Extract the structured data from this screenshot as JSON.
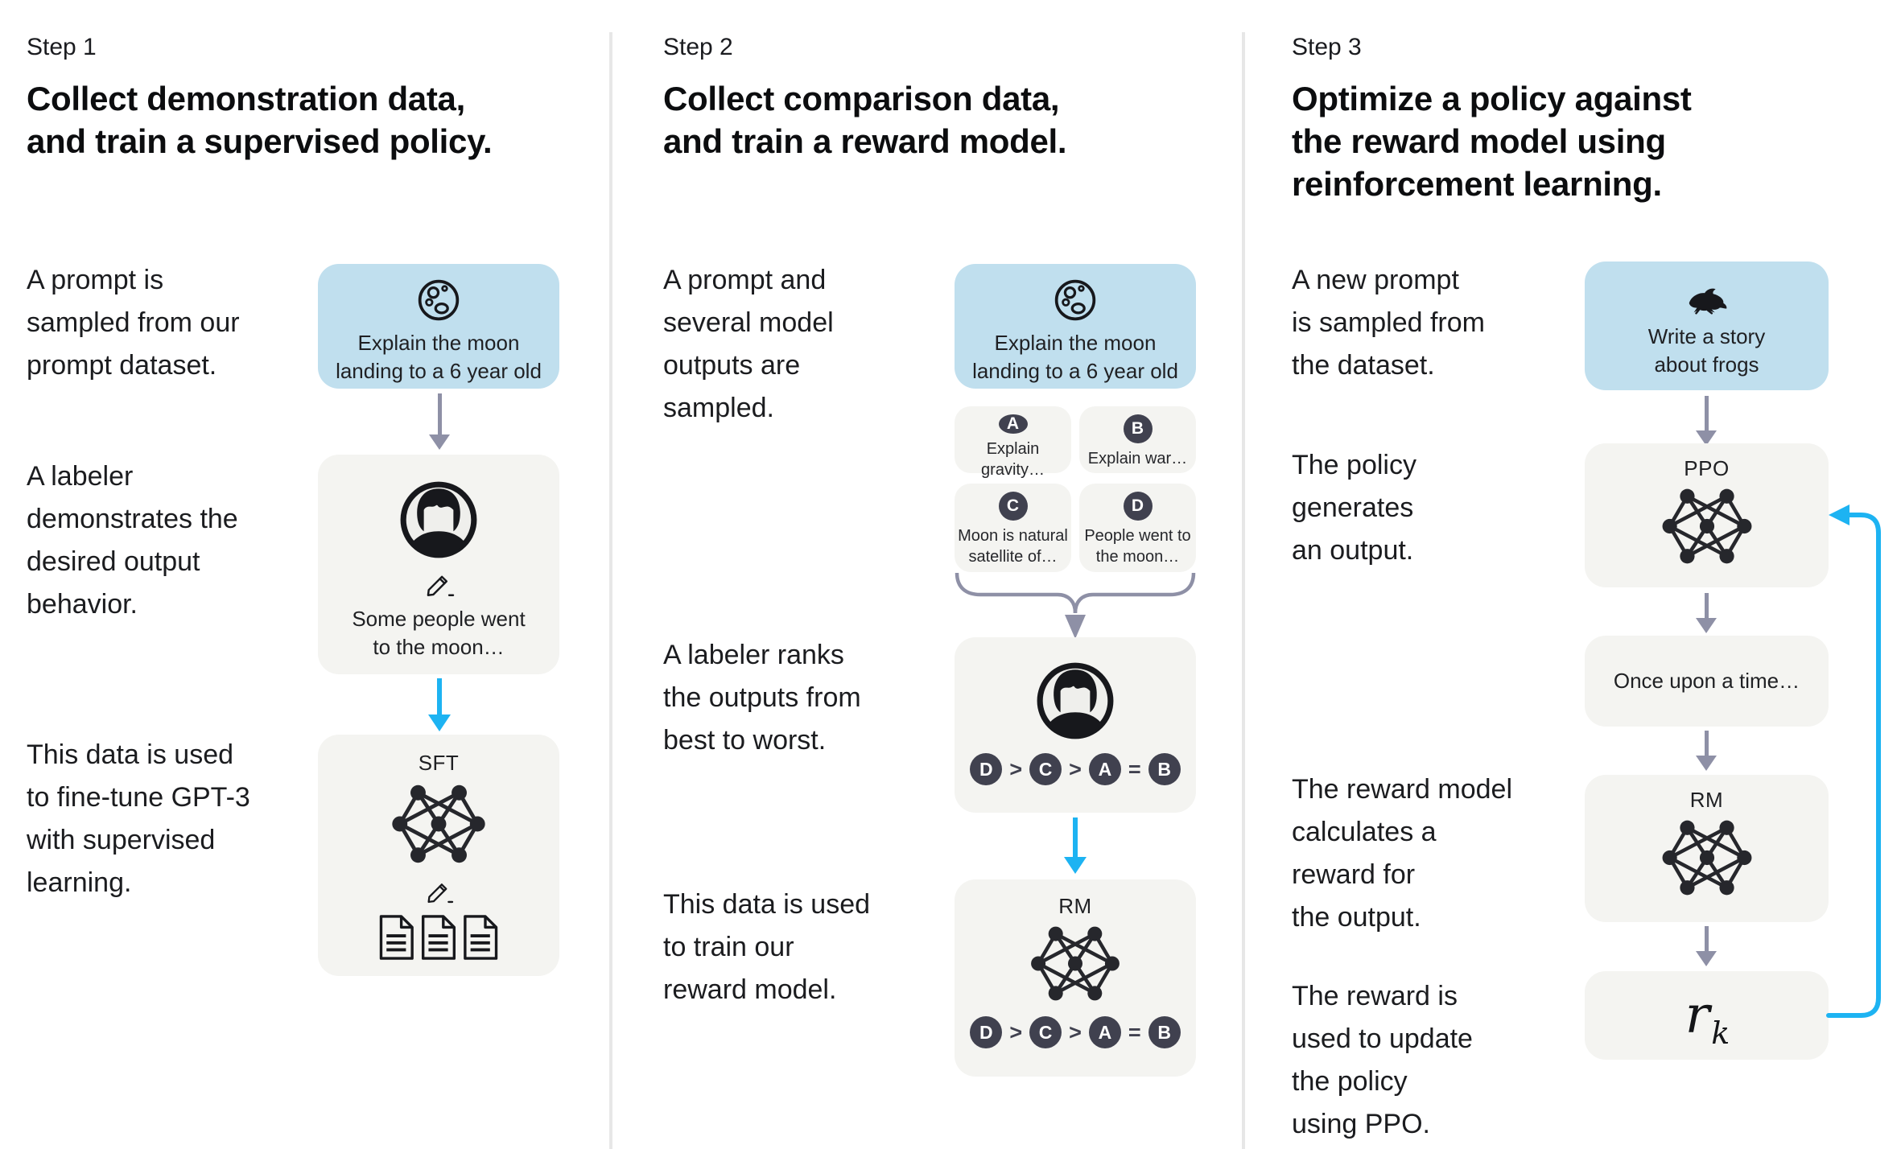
{
  "colors": {
    "prompt_box_bg": "#c0dfee",
    "panel_bg": "#f4f4f1",
    "badge_bg": "#40414f",
    "arrow_gray": "#8e90a6",
    "arrow_blue": "#1db3f2",
    "divider": "#e7e7e7"
  },
  "step1": {
    "kicker": "Step 1",
    "title": "Collect demonstration data,\nand train a supervised policy.",
    "paragraphs": {
      "p1": "A prompt is\nsampled from our\nprompt dataset.",
      "p2": "A labeler\ndemonstrates the\ndesired output\nbehavior.",
      "p3": "This data is used\nto fine-tune GPT-3\nwith supervised\nlearning."
    },
    "prompt_box": {
      "icon": "moon-icon",
      "text": "Explain the moon\nlanding to a 6 year old"
    },
    "labeler_box": {
      "icon": "labeler-avatar",
      "text": "Some people went\nto the moon…"
    },
    "sft_box": {
      "label": "SFT"
    }
  },
  "step2": {
    "kicker": "Step 2",
    "title": "Collect comparison data,\nand train a reward model.",
    "paragraphs": {
      "p1": "A prompt and\nseveral model\noutputs are\nsampled.",
      "p2": "A labeler ranks\nthe outputs from\nbest to worst.",
      "p3": "This data is used\nto train our\nreward model."
    },
    "prompt_box": {
      "icon": "moon-icon",
      "text": "Explain the moon\nlanding to a 6 year old"
    },
    "outputs": [
      {
        "label": "A",
        "text": "Explain gravity…"
      },
      {
        "label": "B",
        "text": "Explain war…"
      },
      {
        "label": "C",
        "text": "Moon is natural\nsatellite of…"
      },
      {
        "label": "D",
        "text": "People went to\nthe moon…"
      }
    ],
    "ranking": {
      "letters": [
        "D",
        "C",
        "A",
        "B"
      ],
      "ops": [
        ">",
        ">",
        "="
      ]
    },
    "rm_box": {
      "label": "RM"
    }
  },
  "step3": {
    "kicker": "Step 3",
    "title": "Optimize a policy against\nthe reward model using\nreinforcement learning.",
    "paragraphs": {
      "p1": "A new prompt\nis sampled from\nthe dataset.",
      "p2": "The policy\ngenerates\nan output.",
      "p3": "The reward model\ncalculates a\nreward for\nthe output.",
      "p4": "The reward is\nused to update\nthe policy\nusing PPO."
    },
    "prompt_box": {
      "icon": "frog-icon",
      "text": "Write a story\nabout frogs"
    },
    "ppo_box": {
      "label": "PPO"
    },
    "output_box": {
      "text": "Once upon a time…"
    },
    "rm_box": {
      "label": "RM"
    },
    "reward_box": {
      "base": "r",
      "sub": "k"
    }
  }
}
